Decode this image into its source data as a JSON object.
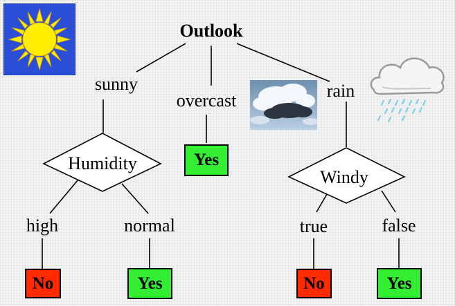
{
  "tree": {
    "root": "Outlook",
    "branches": {
      "sunny": "sunny",
      "overcast": "overcast",
      "rain": "rain"
    },
    "nodes": {
      "humidity": "Humidity",
      "windy": "Windy"
    },
    "edges": {
      "high": "high",
      "normal": "normal",
      "true": "true",
      "false": "false"
    },
    "leaves": {
      "humidity_high": "No",
      "humidity_normal": "Yes",
      "overcast": "Yes",
      "windy_true": "No",
      "windy_false": "Yes"
    }
  },
  "colors": {
    "leaf_yes": "#33ee33",
    "leaf_no": "#ff2a00",
    "sun_background": "#2a4fd6",
    "sun": "#ffee00"
  },
  "icons": [
    "sun-icon",
    "cloud-image",
    "rain-cloud-icon"
  ]
}
